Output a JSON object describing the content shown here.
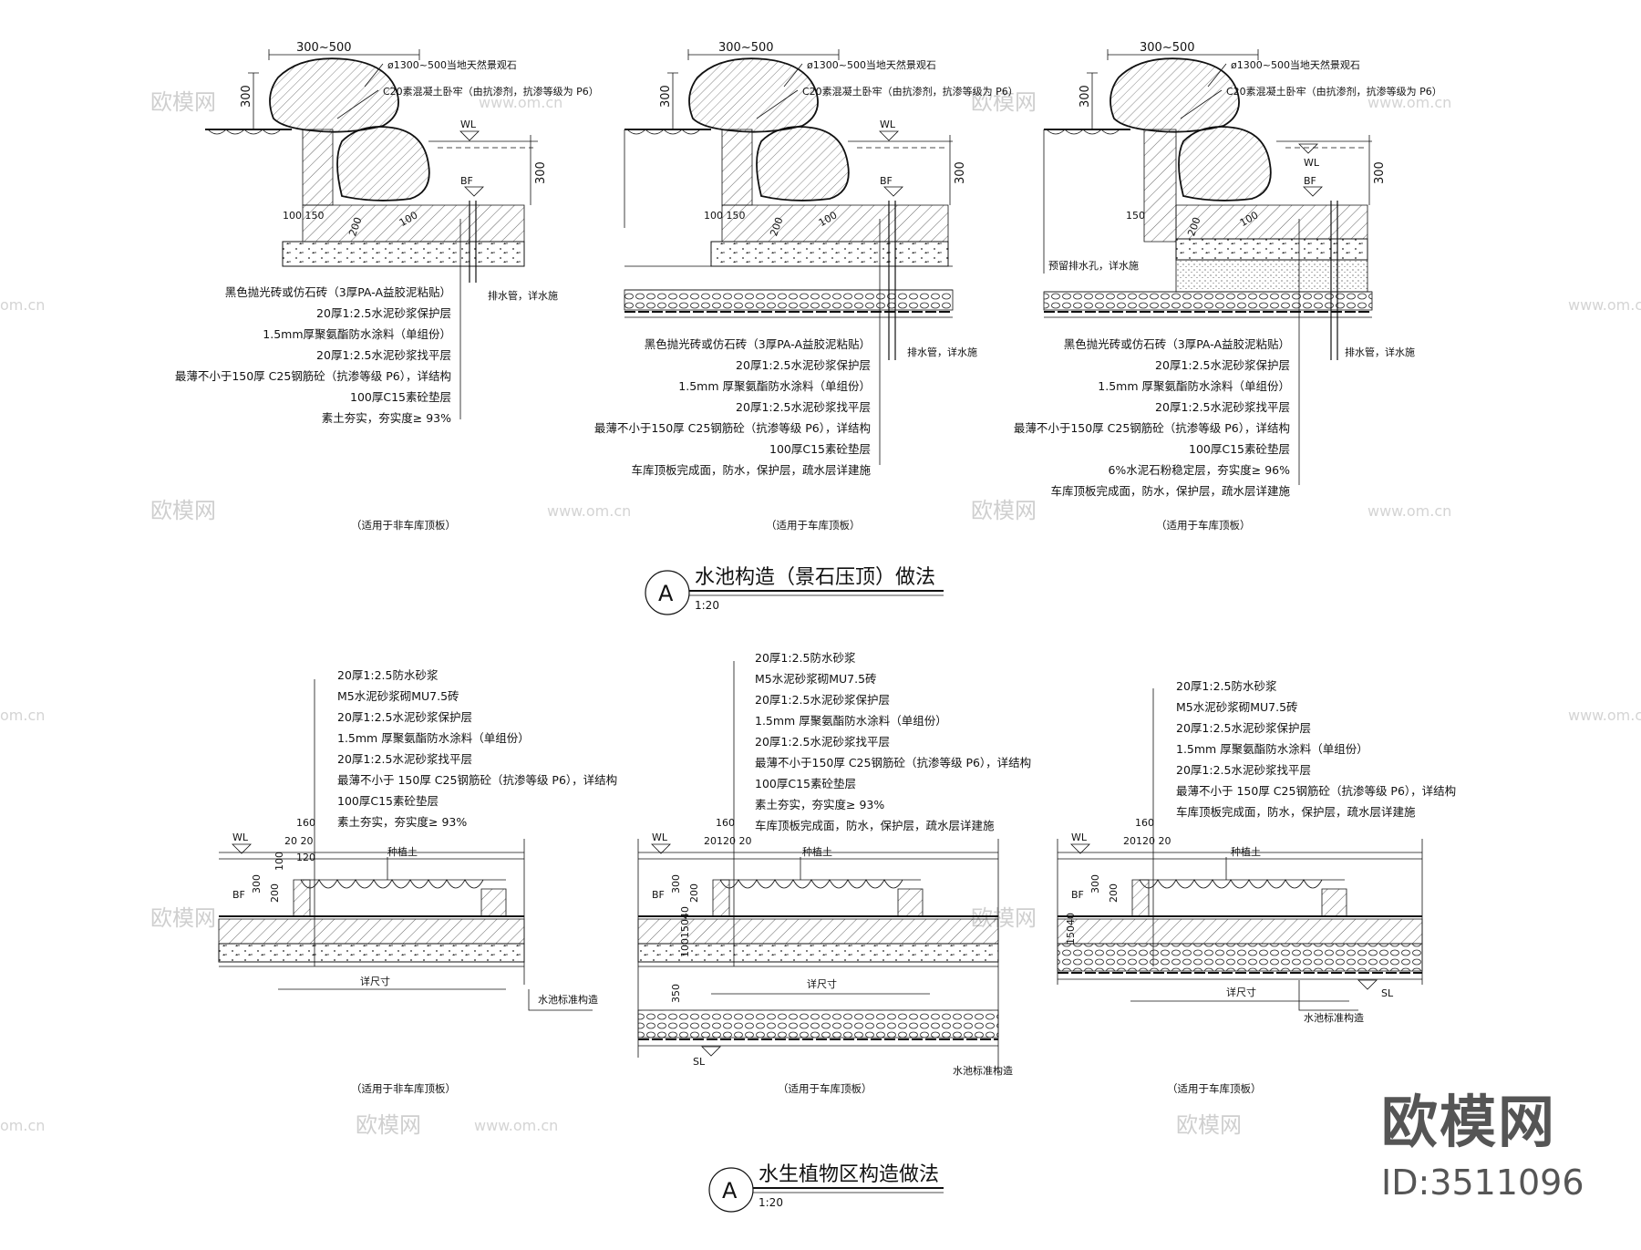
{
  "watermarks": {
    "site": "www.om.cn",
    "brand": "欧模网",
    "domain_fragment": "om.cn"
  },
  "branding": {
    "name": "欧模网",
    "id": "ID:3511096"
  },
  "section_a": {
    "title": "水池构造（景石压顶）做法",
    "mark": "A",
    "scale": "1:20",
    "common": {
      "dim_width": "300~500",
      "dim_height": "300",
      "dim_depth": "300",
      "stone_label": "ø1300~500当地天然景观石",
      "concrete_label": "C20素混凝土卧牢（由抗渗剂，抗渗等级为 P6）",
      "wl": "WL",
      "bf": "BF",
      "dim_100_150": "100 150",
      "dim_150": "150",
      "dim_200": "200",
      "dim_100": "100",
      "drain_label": "排水管，详水施"
    },
    "panel1": {
      "caption": "（适用于非车库顶板）",
      "layers": [
        "黑色抛光砖或仿石砖（3厚PA-A益胶泥粘贴）",
        "20厚1:2.5水泥砂浆保护层",
        "1.5mm厚聚氨酯防水涂料（单组份）",
        "20厚1:2.5水泥砂浆找平层",
        "最薄不小于150厚 C25钢筋砼（抗渗等级 P6），详结构",
        "100厚C15素砼垫层",
        "素土夯实，夯实度≥ 93%"
      ]
    },
    "panel2": {
      "caption": "（适用于车库顶板）",
      "layers": [
        "黑色抛光砖或仿石砖（3厚PA-A益胶泥粘贴）",
        "20厚1:2.5水泥砂浆保护层",
        "1.5mm 厚聚氨酯防水涂料（单组份）",
        "20厚1:2.5水泥砂浆找平层",
        "最薄不小于150厚 C25钢筋砼（抗渗等级 P6），详结构",
        "100厚C15素砼垫层",
        "车库顶板完成面，防水，保护层，疏水层详建施"
      ]
    },
    "panel3": {
      "caption": "（适用于车库顶板）",
      "extra_label": "预留排水孔，详水施",
      "layers": [
        "黑色抛光砖或仿石砖（3厚PA-A益胶泥粘贴）",
        "20厚1:2.5水泥砂浆保护层",
        "1.5mm 厚聚氨酯防水涂料（单组份）",
        "20厚1:2.5水泥砂浆找平层",
        "最薄不小于150厚 C25钢筋砼（抗渗等级 P6），详结构",
        "100厚C15素砼垫层",
        "6%水泥石粉稳定层，夯实度≥ 96%",
        "车库顶板完成面，防水，保护层，疏水层详建施"
      ]
    }
  },
  "section_b": {
    "title": "水生植物区构造做法",
    "mark": "A",
    "scale": "1:20",
    "common": {
      "wl": "WL",
      "bf": "BF",
      "sl": "SL",
      "soil_label": "种植土",
      "dim_160": "160",
      "dim_20_20": "20 20",
      "dim_20_120_20": "20120 20",
      "dim_120": "120",
      "dim_300": "300",
      "dim_200": "200",
      "dim_100": "100",
      "dim_150_40": "15040",
      "dim_100_150_40": "10015040",
      "dim_350": "350",
      "width_label": "详尺寸",
      "pool_label": "水池标准构造"
    },
    "panel1": {
      "caption": "（适用于非车库顶板）",
      "layers": [
        "20厚1:2.5防水砂浆",
        "M5水泥砂浆砌MU7.5砖",
        "20厚1:2.5水泥砂浆保护层",
        "1.5mm 厚聚氨酯防水涂料（单组份）",
        "20厚1:2.5水泥砂浆找平层",
        "最薄不小于 150厚 C25钢筋砼（抗渗等级 P6），详结构",
        "100厚C15素砼垫层",
        "素土夯实，夯实度≥ 93%"
      ]
    },
    "panel2": {
      "caption": "（适用于车库顶板）",
      "layers": [
        "20厚1:2.5防水砂浆",
        "M5水泥砂浆砌MU7.5砖",
        "20厚1:2.5水泥砂浆保护层",
        "1.5mm 厚聚氨酯防水涂料（单组份）",
        "20厚1:2.5水泥砂浆找平层",
        "最薄不小于150厚 C25钢筋砼（抗渗等级 P6），详结构",
        "100厚C15素砼垫层",
        "素土夯实，夯实度≥ 93%",
        "车库顶板完成面，防水，保护层，疏水层详建施"
      ]
    },
    "panel3": {
      "caption": "（适用于车库顶板）",
      "layers": [
        "20厚1:2.5防水砂浆",
        "M5水泥砂浆砌MU7.5砖",
        "20厚1:2.5水泥砂浆保护层",
        "1.5mm 厚聚氨酯防水涂料（单组份）",
        "20厚1:2.5水泥砂浆找平层",
        "最薄不小于 150厚 C25钢筋砼（抗渗等级 P6），详结构",
        "车库顶板完成面，防水，保护层，疏水层详建施"
      ]
    }
  }
}
